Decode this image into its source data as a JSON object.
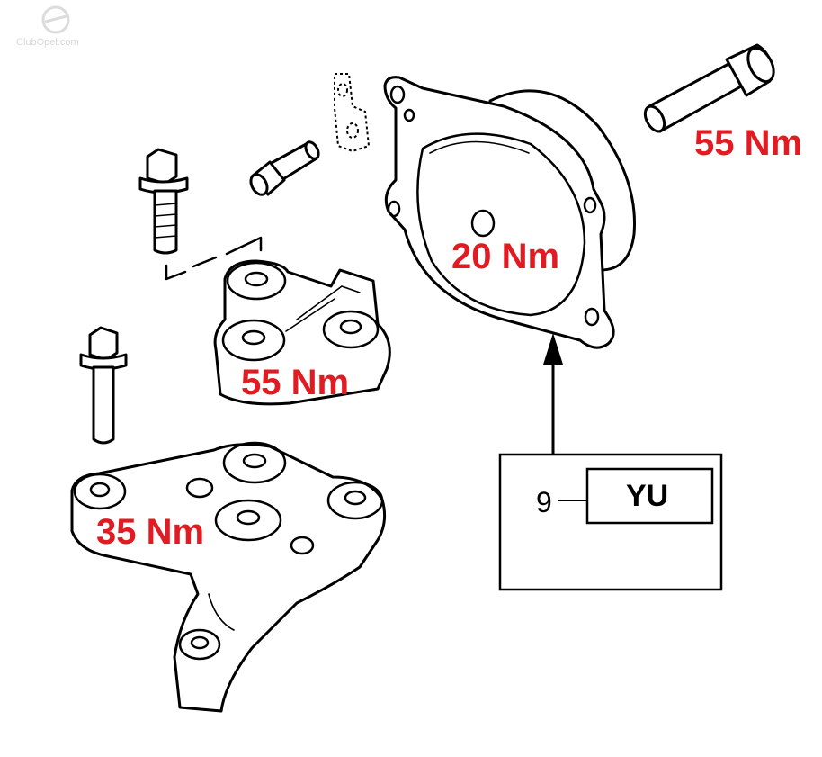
{
  "watermark": {
    "text": "ClubOpel.com"
  },
  "colors": {
    "torque_label": "#e21b23",
    "line": "#000000",
    "background": "#ffffff"
  },
  "torque_labels": {
    "bolt_top_right": "55 Nm",
    "cover": "20 Nm",
    "upper_bracket": "55 Nm",
    "lower_bracket": "35 Nm"
  },
  "callout": {
    "number": "9",
    "code": "YU"
  }
}
